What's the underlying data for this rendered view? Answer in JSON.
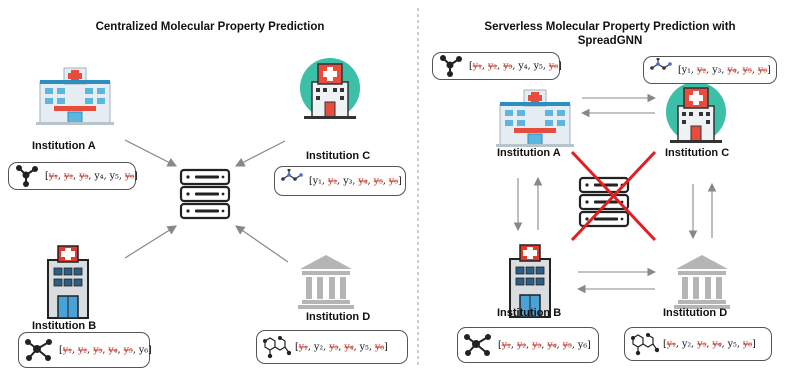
{
  "left_panel": {
    "title": "Centralized Molecular Property Prediction",
    "institutions": [
      {
        "id": "A",
        "label": "Institution A",
        "vector": "[y₁, y₂, y₃, y₄, y₅, y₆]",
        "known": [
          4,
          5
        ]
      },
      {
        "id": "B",
        "label": "Institution B",
        "vector": "[y₁, y₂, y₃, y₄, y₅, y₆]",
        "known": [
          6
        ]
      },
      {
        "id": "C",
        "label": "Institution C",
        "vector": "[y₁, y₂, y₃, y₄, y₅, y₆]",
        "known": [
          1,
          3
        ]
      },
      {
        "id": "D",
        "label": "Institution D",
        "vector": "[y₁, y₂, y₃, y₄, y₅, y₆]",
        "known": [
          2,
          5
        ]
      }
    ]
  },
  "right_panel": {
    "title_line1": "Serverless Molecular Property Prediction with",
    "title_line2": "SpreadGNN",
    "institutions": [
      {
        "id": "A",
        "label": "Institution A",
        "vector": "[y₁, y₂, y₃, y₄, y₅, y₆]",
        "known": [
          4,
          5
        ]
      },
      {
        "id": "B",
        "label": "Institution B",
        "vector": "[y₁, y₂, y₃, y₄, y₅, y₆]",
        "known": [
          6
        ]
      },
      {
        "id": "C",
        "label": "Institution C",
        "vector": "[y₁, y₂, y₃, y₄, y₅, y₆]",
        "known": [
          1,
          3
        ]
      },
      {
        "id": "D",
        "label": "Institution D",
        "vector": "[y₁, y₂, y₃, y₄, y₅, y₆]",
        "known": [
          2,
          5
        ]
      }
    ]
  },
  "icons": {
    "server": "server-icon",
    "hospital": "hospital-icon",
    "clinic": "clinic-icon",
    "museum": "museum-icon",
    "cross": "red-x-icon"
  },
  "colors": {
    "masked": "#c0392b",
    "arrow": "#888888",
    "divider": "#999999",
    "cross": "#e02020"
  }
}
